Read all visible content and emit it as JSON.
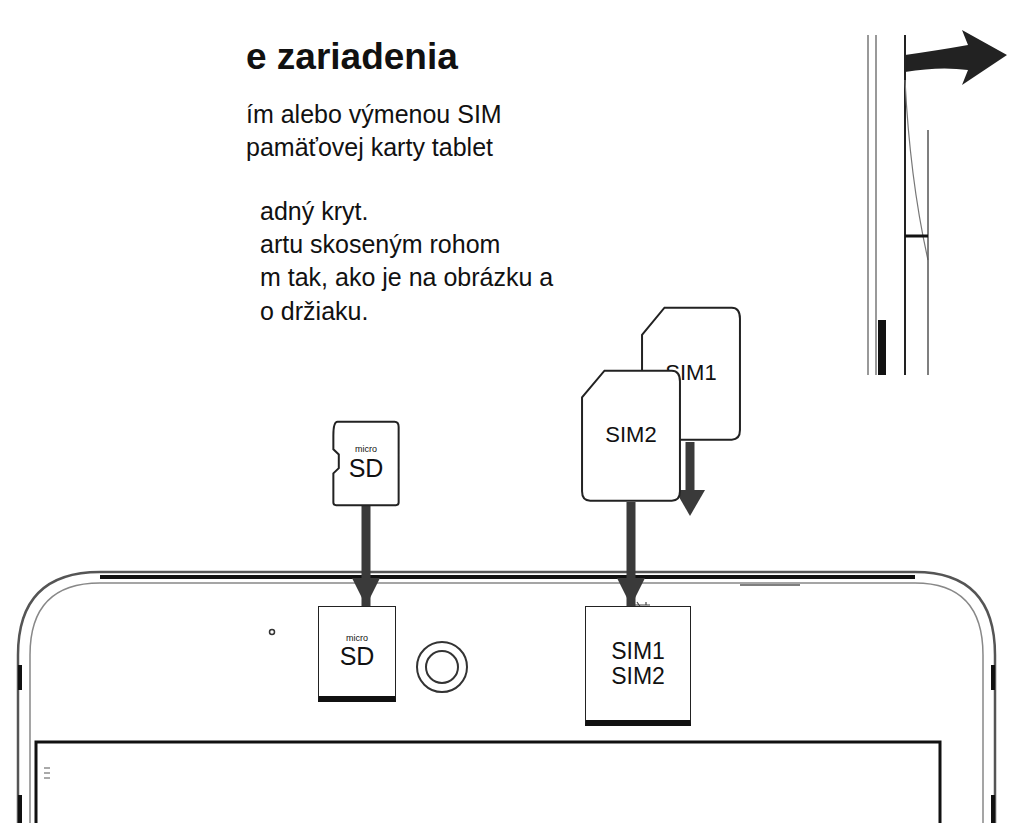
{
  "diagram": {
    "title": "e zariadenia",
    "nodes": [
      {
        "text": [
          "micro",
          "SD"
        ]
      },
      {
        "text": [
          "SIM1"
        ]
      },
      {
        "text": [
          "SIM2"
        ]
      },
      {
        "text": [
          "micro",
          "SD"
        ]
      },
      {
        "text": [
          "SIM1 SIM2"
        ]
      }
    ],
    "edges": [
      {
        "from": 0,
        "to": 3,
        "arrow": "to"
      },
      {
        "from": 2,
        "to": 4,
        "arrow": "to"
      }
    ],
    "labels": [
      "ím alebo výmenou SIM",
      "pamäťovej karty tablet",
      "adný kryt.",
      "artu skoseným rohom",
      "m tak, ako je na obrázku a",
      "o držiaku."
    ]
  }
}
